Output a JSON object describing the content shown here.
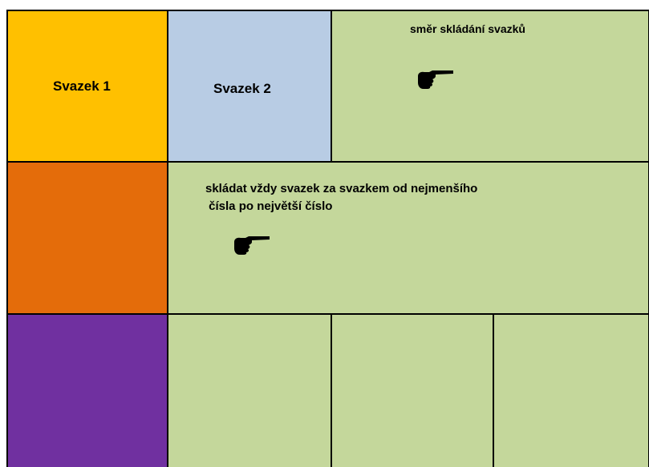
{
  "colors": {
    "bundle1": "#FFC000",
    "bundle2": "#B8CCE4",
    "green": "#C4D79B",
    "orange": "#E46C0A",
    "purple": "#7030A0",
    "border": "#000000"
  },
  "bundles": {
    "bundle1_label": "Svazek 1",
    "bundle2_label": "Svazek 2"
  },
  "notes": {
    "direction_label": "směr skládání svazků",
    "instruction_line1": "skládat vždy svazek za svazkem od nejmenšího",
    "instruction_line2": " čísla po největší číslo"
  },
  "icons": {
    "pointer": "pointing-hand-right-icon"
  }
}
